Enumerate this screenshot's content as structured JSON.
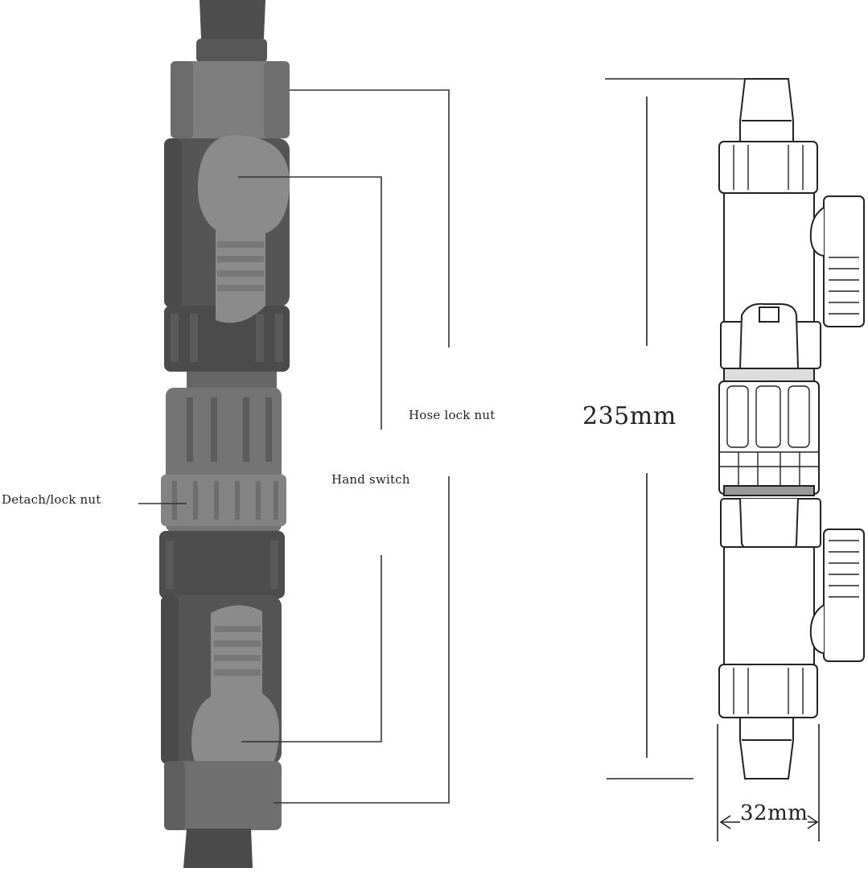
{
  "labels": {
    "hose_lock_nut": "Hose lock nut",
    "hand_switch": "Hand switch",
    "detach_lock_nut": "Detach/lock nut"
  },
  "dimensions": {
    "length": "235mm",
    "width": "32mm"
  },
  "colors": {
    "body_dark": "#4a4a4a",
    "body_mid": "#5c5c5c",
    "part_light": "#8a8a8a",
    "line": "#333333"
  }
}
